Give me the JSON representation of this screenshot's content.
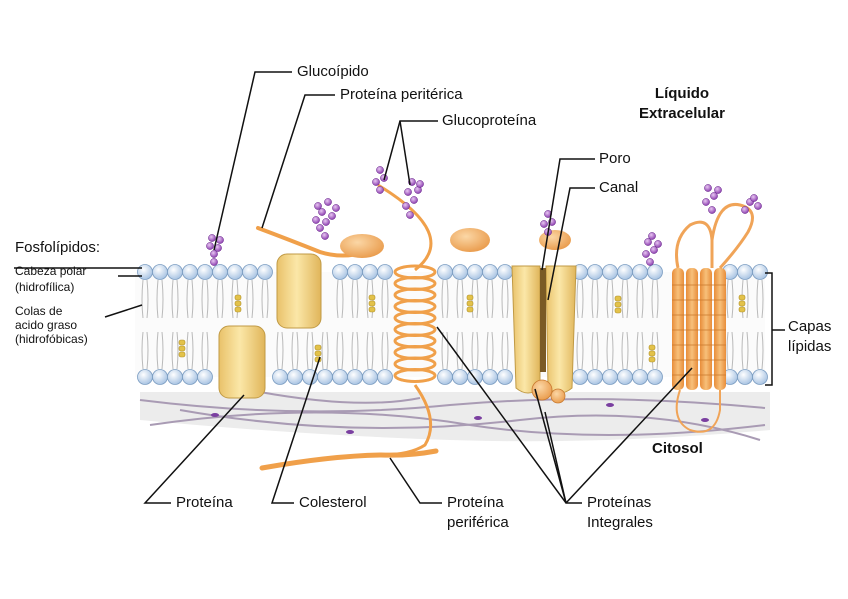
{
  "labels": {
    "fosfolipidos": "Fosfolípidos:",
    "cabeza_polar_1": "Cabeza polar",
    "cabeza_polar_2": "(hidrofílica)",
    "colas_1": "Colas de",
    "colas_2": "acido graso",
    "colas_3": "(hidrofóbicas)",
    "glucolipido": "Glucoípido",
    "proteina_periterica": "Proteína peritérica",
    "glucoproteina": "Glucoproteína",
    "liquido_1": "Líquido",
    "liquido_2": "Extracelular",
    "poro": "Poro",
    "canal": "Canal",
    "capas_1": "Capas",
    "capas_2": "lípidas",
    "citosol": "Citosol",
    "proteina": "Proteína",
    "colesterol": "Colesterol",
    "proteina_periferica_1": "Proteína",
    "proteina_periferica_2": "periférica",
    "proteinas_integrales_1": "Proteínas",
    "proteinas_integrales_2": "Integrales"
  },
  "colors": {
    "phospholipid_head": "#cfe0f2",
    "phospholipid_outline": "#7d9ec2",
    "protein_fill": "#f5d98a",
    "protein_outline": "#c9a24a",
    "peripheral_protein": "#f2a65a",
    "sugar_chain": "#a35ac0",
    "cholesterol": "#e6c64a",
    "cytoskeleton": "#9a8aa8",
    "leader_line": "#111111"
  }
}
